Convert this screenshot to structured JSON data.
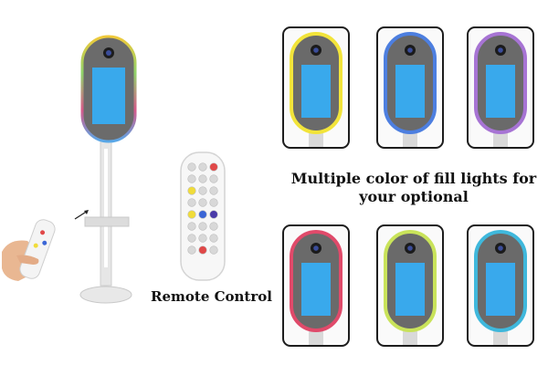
{
  "captions": {
    "remote_control": "Remote Control",
    "colors_line1": "Multiple color of fill lights for",
    "colors_line2": "your optional"
  },
  "fill_light_options": [
    {
      "color": "#f2e43a"
    },
    {
      "color": "#4d7fe0"
    },
    {
      "color": "#a774d4"
    },
    {
      "color": "#e04a6a"
    },
    {
      "color": "#c9e35a"
    },
    {
      "color": "#3fb8dc"
    }
  ],
  "main_device": {
    "ring_colors": [
      "#f0c93a",
      "#8fd26a",
      "#d65a8a",
      "#58a8e8"
    ]
  },
  "screen_color": "#39a9ec",
  "remote_buttons": {
    "row_colors": [
      [
        "#d8d8d8",
        "#d8d8d8",
        "#e04848"
      ],
      [
        "#d8d8d8",
        "#d8d8d8",
        "#d8d8d8"
      ],
      [
        "#f0dc3a",
        "#d8d8d8",
        "#d8d8d8"
      ],
      [
        "#d8d8d8",
        "#d8d8d8",
        "#d8d8d8"
      ],
      [
        "#f0dc3a",
        "#3b66d6",
        "#4a3aa8"
      ],
      [
        "#d8d8d8",
        "#d8d8d8",
        "#d8d8d8"
      ],
      [
        "#d8d8d8",
        "#d8d8d8",
        "#d8d8d8"
      ],
      [
        "#d8d8d8",
        "#e04848",
        "#d8d8d8"
      ]
    ]
  }
}
